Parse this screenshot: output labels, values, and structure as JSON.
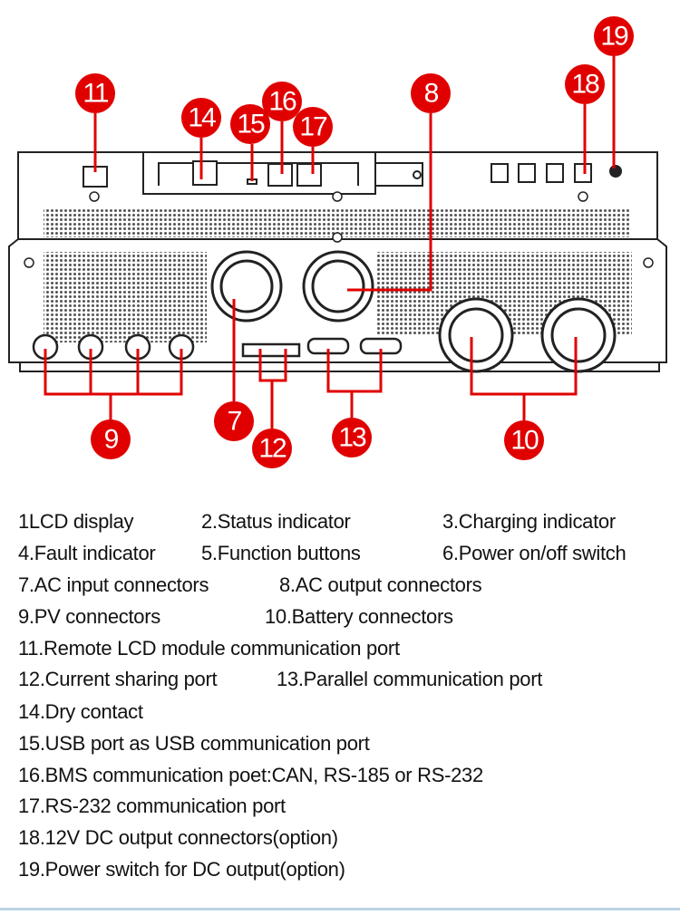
{
  "colors": {
    "callout": "#e00000",
    "outline": "#222222",
    "bottom_rule": "#b9d3e3"
  },
  "callouts": [
    "11",
    "14",
    "15",
    "16",
    "17",
    "8",
    "18",
    "19",
    "7",
    "12",
    "13",
    "9",
    "10"
  ],
  "legend": {
    "row1": [
      "1LCD display",
      "2.Status indicator",
      "3.Charging indicator"
    ],
    "row2": [
      "4.Fault indicator",
      "5.Function buttons",
      "6.Power on/off switch"
    ],
    "row3": [
      "7.AC input connectors",
      "8.AC output connectors"
    ],
    "row4": [
      "9.PV connectors",
      "10.Battery connectors"
    ],
    "row5": "11.Remote LCD module communication port",
    "row6": [
      "12.Current sharing port",
      "13.Parallel communication port"
    ],
    "row7": "14.Dry contact",
    "row8": "15.USB port as USB communication port",
    "row9": "16.BMS communication poet:CAN, RS-185 or RS-232",
    "row10": "17.RS-232 communication port",
    "row11": "18.12V DC output connectors(option)",
    "row12": "19.Power switch for DC output(option)"
  }
}
